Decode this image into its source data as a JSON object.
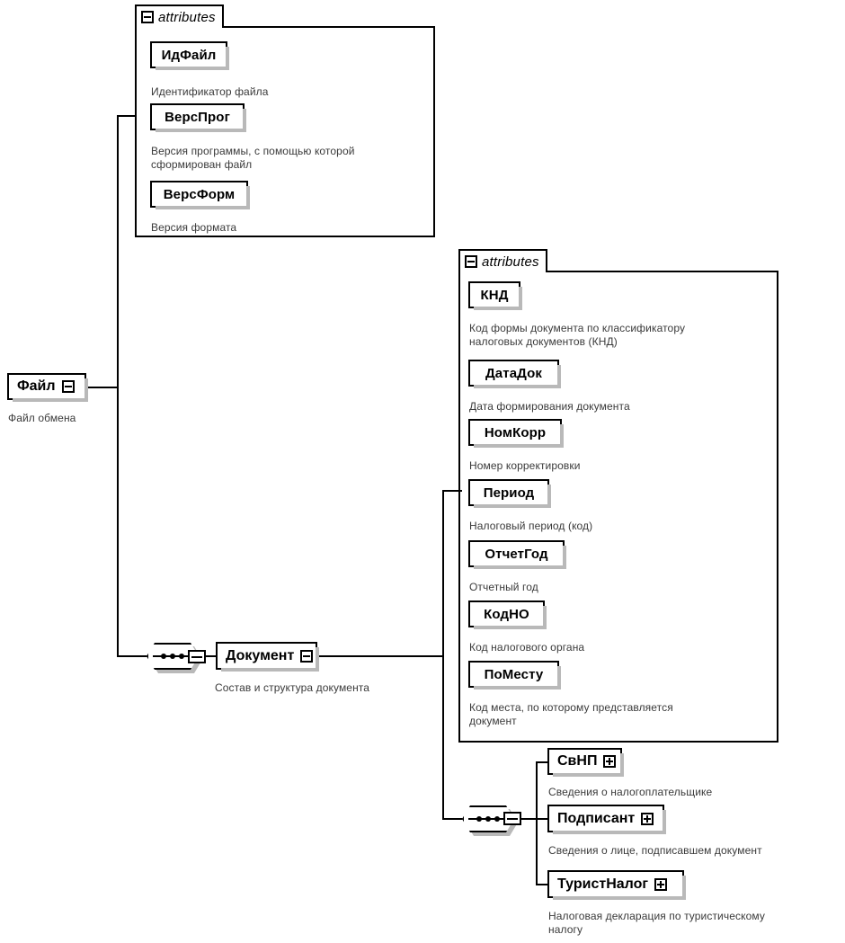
{
  "diagram": {
    "type": "xsd-schema-tree",
    "title": "Файл",
    "root": {
      "name": "Файл",
      "caption": "Файл обмена",
      "toggle": "minus"
    },
    "attribute_groups": [
      {
        "id": "file-attributes",
        "tab_label": "attributes",
        "tab_toggle": "minus",
        "attributes": [
          {
            "name": "ИдФайл",
            "caption": "Идентификатор файла"
          },
          {
            "name": "ВерсПрог",
            "caption": "Версия программы, с помощью которой\nсформирован файл"
          },
          {
            "name": "ВерсФорм",
            "caption": "Версия формата"
          }
        ]
      },
      {
        "id": "document-attributes",
        "tab_label": "attributes",
        "tab_toggle": "minus",
        "attributes": [
          {
            "name": "КНД",
            "caption": "Код формы документа по классификатору\nналоговых документов (КНД)"
          },
          {
            "name": "ДатаДок",
            "caption": "Дата формирования документа"
          },
          {
            "name": "НомКорр",
            "caption": "Номер корректировки"
          },
          {
            "name": "Период",
            "caption": "Налоговый период (код)"
          },
          {
            "name": "ОтчетГод",
            "caption": "Отчетный год"
          },
          {
            "name": "КодНО",
            "caption": "Код налогового органа"
          },
          {
            "name": "ПоМесту",
            "caption": "Код места, по которому представляется\nдокумент"
          }
        ]
      }
    ],
    "elements": [
      {
        "name": "Документ",
        "caption": "Состав и структура документа",
        "toggle": "minus"
      },
      {
        "name": "СвНП",
        "caption": "Сведения о налогоплательщике",
        "toggle": "plus"
      },
      {
        "name": "Подписант",
        "caption": "Сведения о лице, подписавшем документ",
        "toggle": "plus"
      },
      {
        "name": "ТуристНалог",
        "caption": "Налоговая декларация по туристическому\nналогу",
        "toggle": "plus"
      }
    ],
    "compositors": [
      {
        "id": "seq-file",
        "kind": "sequence",
        "toggle": "minus"
      },
      {
        "id": "seq-document",
        "kind": "sequence",
        "toggle": "minus"
      }
    ],
    "colors": {
      "line": "#000000",
      "box_fill": "#ffffff",
      "shadow": "#b9b9b9",
      "caption_text": "#3a3a3a",
      "background": "#ffffff"
    }
  }
}
